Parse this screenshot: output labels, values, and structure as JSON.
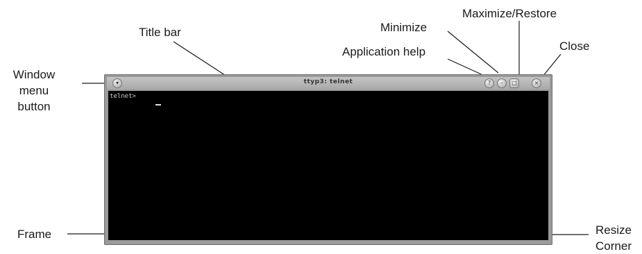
{
  "labels": {
    "title_bar": "Title bar",
    "minimize": "Minimize",
    "maximize_restore": "Maximize/Restore",
    "application_help": "Application help",
    "close": "Close",
    "window_menu_button": [
      "Window",
      "menu",
      "button"
    ],
    "frame": "Frame",
    "resize_corner": [
      "Resize",
      "Corner"
    ]
  },
  "window": {
    "title": "ttyp3: telnet",
    "prompt": "telnet>",
    "buttons": {
      "menu_icon": "window-menu-icon",
      "help_icon": "help-icon",
      "minimize_icon": "minimize-icon",
      "maximize_icon": "maximize-icon",
      "close_icon": "close-icon"
    }
  },
  "colors": {
    "frame": "#9a9a9a",
    "terminal_bg": "#000000"
  }
}
